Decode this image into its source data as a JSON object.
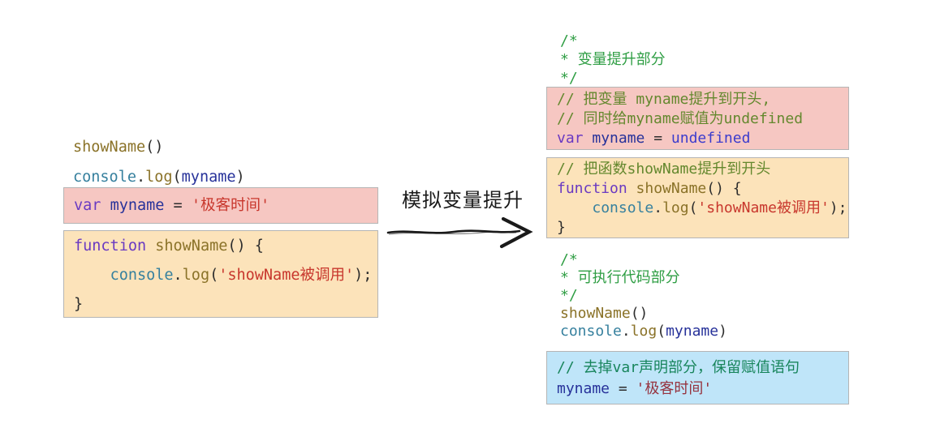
{
  "arrow": {
    "label": "模拟变量提升"
  },
  "colors": {
    "pink_box_bg": "#f6c7c2",
    "orange_box_bg": "#fce3ba",
    "blue_box_bg": "#bfe5f9",
    "box_border": "#b5b5b5",
    "keyword": "#6a3ac2",
    "function_name": "#8a7228",
    "console_object": "#36809e",
    "identifier": "#27329a",
    "string": "#c8372d",
    "string_dark": "#96333f",
    "undefined_literal": "#3c3ccd",
    "line_comment": "#64882e",
    "block_comment": "#2f9e44",
    "blue_box_comment": "#18855c",
    "arrow_color": "#1a1a1a"
  },
  "left": {
    "top_lines": [
      [
        [
          "fn",
          "showName"
        ],
        [
          "pl",
          "()"
        ]
      ],
      [
        [
          "obj",
          "console"
        ],
        [
          "pl",
          "."
        ],
        [
          "fn",
          "log"
        ],
        [
          "pl",
          "("
        ],
        [
          "id",
          "myname"
        ],
        [
          "pl",
          ")"
        ]
      ]
    ],
    "var_box_lines": [
      [
        [
          "kw",
          "var"
        ],
        [
          "pl",
          " "
        ],
        [
          "id",
          "myname"
        ],
        [
          "pl",
          " = "
        ],
        [
          "str",
          "'极客时间'"
        ]
      ]
    ],
    "func_box_lines": [
      [
        [
          "kw",
          "function"
        ],
        [
          "pl",
          " "
        ],
        [
          "fn",
          "showName"
        ],
        [
          "pl",
          "() {"
        ]
      ],
      [
        [
          "pl",
          "    "
        ],
        [
          "obj",
          "console"
        ],
        [
          "pl",
          "."
        ],
        [
          "fn",
          "log"
        ],
        [
          "pl",
          "("
        ],
        [
          "str",
          "'showName被调用'"
        ],
        [
          "pl",
          ");"
        ]
      ],
      [
        [
          "pl",
          "}"
        ]
      ]
    ]
  },
  "right": {
    "hoist_comment_lines": [
      [
        [
          "bc",
          "/*"
        ]
      ],
      [
        [
          "bc",
          "* 变量提升部分"
        ]
      ],
      [
        [
          "bc",
          "*/"
        ]
      ]
    ],
    "var_box_lines": [
      [
        [
          "cm",
          "// 把变量 myname提升到开头,"
        ]
      ],
      [
        [
          "cm",
          "// 同时给myname赋值为undefined"
        ]
      ],
      [
        [
          "kw",
          "var"
        ],
        [
          "pl",
          " "
        ],
        [
          "id",
          "myname"
        ],
        [
          "pl",
          " = "
        ],
        [
          "undef",
          "undefined"
        ]
      ]
    ],
    "func_box_lines": [
      [
        [
          "cm",
          "// 把函数showName提升到开头"
        ]
      ],
      [
        [
          "kw",
          "function"
        ],
        [
          "pl",
          " "
        ],
        [
          "fn",
          "showName"
        ],
        [
          "pl",
          "() {"
        ]
      ],
      [
        [
          "pl",
          "    "
        ],
        [
          "obj",
          "console"
        ],
        [
          "pl",
          "."
        ],
        [
          "fn",
          "log"
        ],
        [
          "pl",
          "("
        ],
        [
          "str",
          "'showName被调用'"
        ],
        [
          "pl",
          ");"
        ]
      ],
      [
        [
          "pl",
          "}"
        ]
      ]
    ],
    "exec_lines": [
      [
        [
          "bc",
          "/*"
        ]
      ],
      [
        [
          "bc",
          "* 可执行代码部分"
        ]
      ],
      [
        [
          "bc",
          "*/"
        ]
      ],
      [
        [
          "fn",
          "showName"
        ],
        [
          "pl",
          "()"
        ]
      ],
      [
        [
          "obj",
          "console"
        ],
        [
          "pl",
          "."
        ],
        [
          "fn",
          "log"
        ],
        [
          "pl",
          "("
        ],
        [
          "id",
          "myname"
        ],
        [
          "pl",
          ")"
        ]
      ]
    ],
    "assign_box_lines": [
      [
        [
          "tc",
          "// 去掉var声明部分，保留赋值语句"
        ]
      ],
      [
        [
          "id",
          "myname"
        ],
        [
          "pl",
          " = "
        ],
        [
          "str2",
          "'极客时间'"
        ]
      ]
    ]
  }
}
